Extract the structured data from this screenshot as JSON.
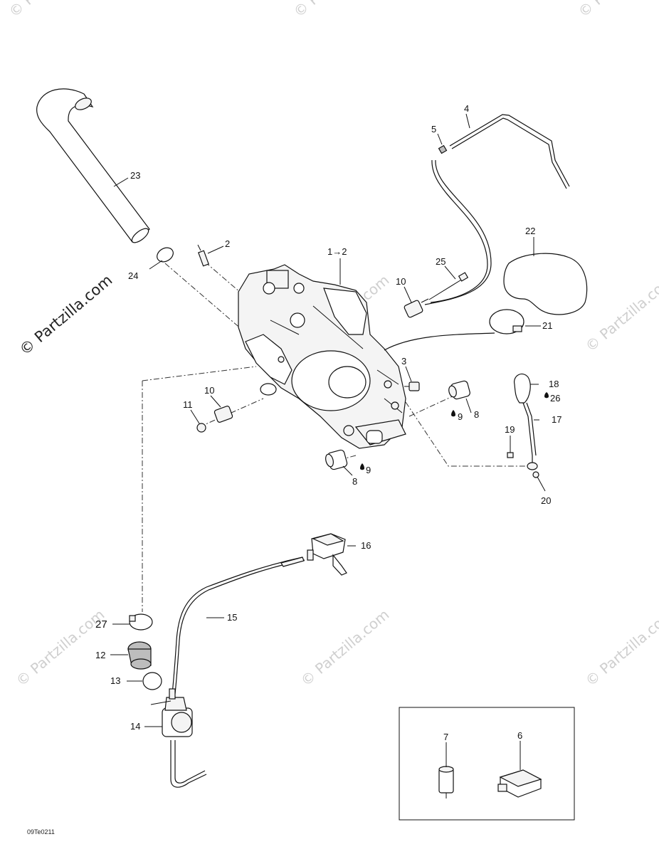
{
  "watermarks": {
    "main": "© Partzilla.com",
    "tiles": [
      "© Partzilla.com",
      "© Partzilla.com",
      "© Partzilla.com",
      "© Partzilla.com",
      "© Partzilla.com",
      "© Partzilla.com",
      "© Partzilla.com",
      "© Partzilla.com",
      "© Partzilla.com",
      "© Partzilla.com"
    ]
  },
  "reference_code": "09Te0211",
  "callouts": {
    "c1": "1→2",
    "c2": "2",
    "c3": "3",
    "c4": "4",
    "c5": "5",
    "c6": "6",
    "c7": "7",
    "c8a": "8",
    "c8b": "8",
    "c9a": "9",
    "c9b": "9",
    "c10a": "10",
    "c10b": "10",
    "c11": "11",
    "c12": "12",
    "c13": "13",
    "c14": "14",
    "c15": "15",
    "c16": "16",
    "c17": "17",
    "c18": "18",
    "c19": "19",
    "c20": "20",
    "c21": "21",
    "c22": "22",
    "c23": "23",
    "c24": "24",
    "c25": "25",
    "c26": "26",
    "c27": "27"
  },
  "colors": {
    "ink": "#111111",
    "watermark": "#cfcfcf",
    "background": "#ffffff"
  }
}
